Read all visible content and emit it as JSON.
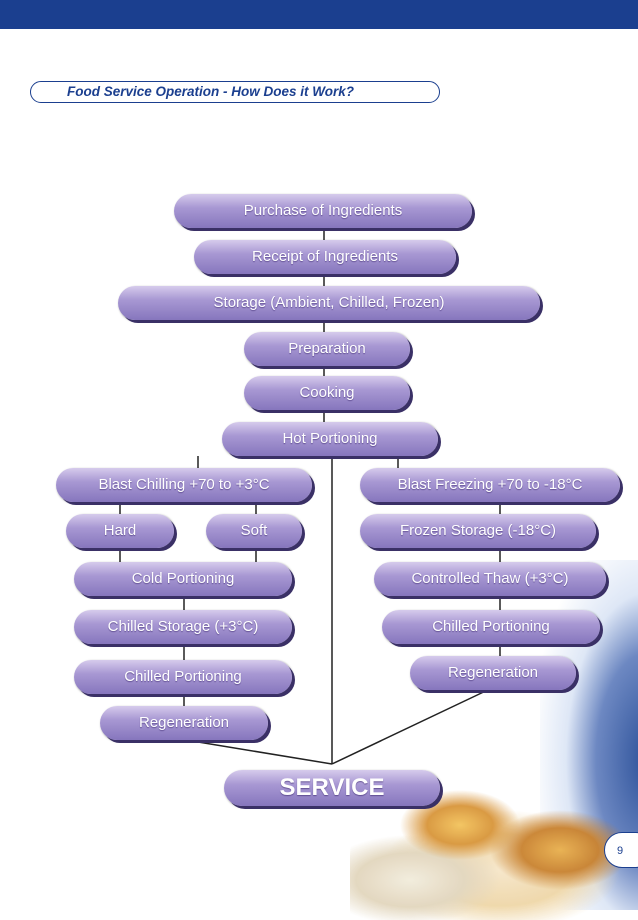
{
  "header": {
    "title": "Food Service Operation - How Does it Work?"
  },
  "flowchart": {
    "main": [
      "Purchase of Ingredients",
      "Receipt of Ingredients",
      "Storage (Ambient, Chilled, Frozen)",
      "Preparation",
      "Cooking",
      "Hot Portioning"
    ],
    "chilling_branch": {
      "start": "Blast Chilling +70 to +3°C",
      "split": [
        "Hard",
        "Soft"
      ],
      "steps": [
        "Cold Portioning",
        "Chilled Storage (+3°C)",
        "Chilled Portioning",
        "Regeneration"
      ]
    },
    "freezing_branch": {
      "steps": [
        "Blast Freezing +70 to -18°C",
        "Frozen Storage (-18°C)",
        "Controlled Thaw (+3°C)",
        "Chilled Portioning",
        "Regeneration"
      ]
    },
    "end": "SERVICE"
  },
  "footer": {
    "page_number": "9"
  },
  "colors": {
    "brand_blue": "#1b3f8f",
    "box_purple": "#9a8acb"
  }
}
